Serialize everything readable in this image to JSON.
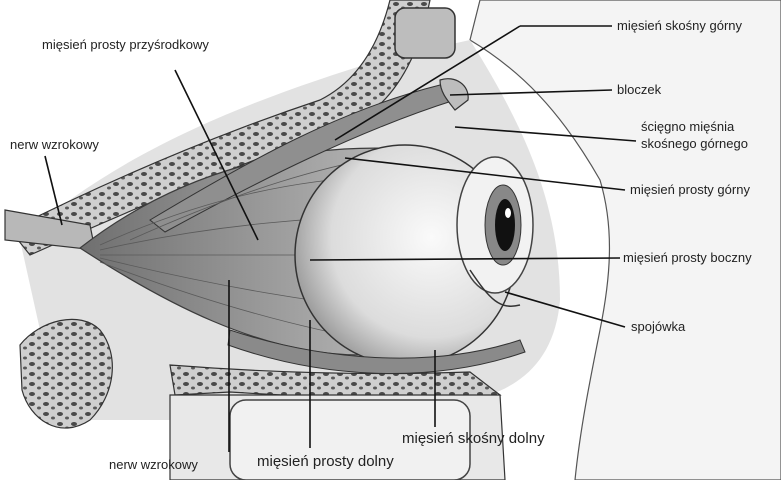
{
  "labels": {
    "medial_rectus": "mięsień prosty przyśrodkowy",
    "superior_oblique": "mięsień skośny górny",
    "trochlea": "bloczek",
    "superior_oblique_tendon_line1": "ścięgno mięśnia",
    "superior_oblique_tendon_line2": "skośnego górnego",
    "optic_nerve_top": "nerw wzrokowy",
    "superior_rectus": "mięsień prosty górny",
    "lateral_rectus": "mięsień prosty boczny",
    "conjunctiva": "spojówka",
    "inferior_oblique": "mięsień skośny dolny",
    "optic_nerve_bottom": "nerw wzrokowy",
    "inferior_rectus": "mięsień prosty dolny"
  }
}
